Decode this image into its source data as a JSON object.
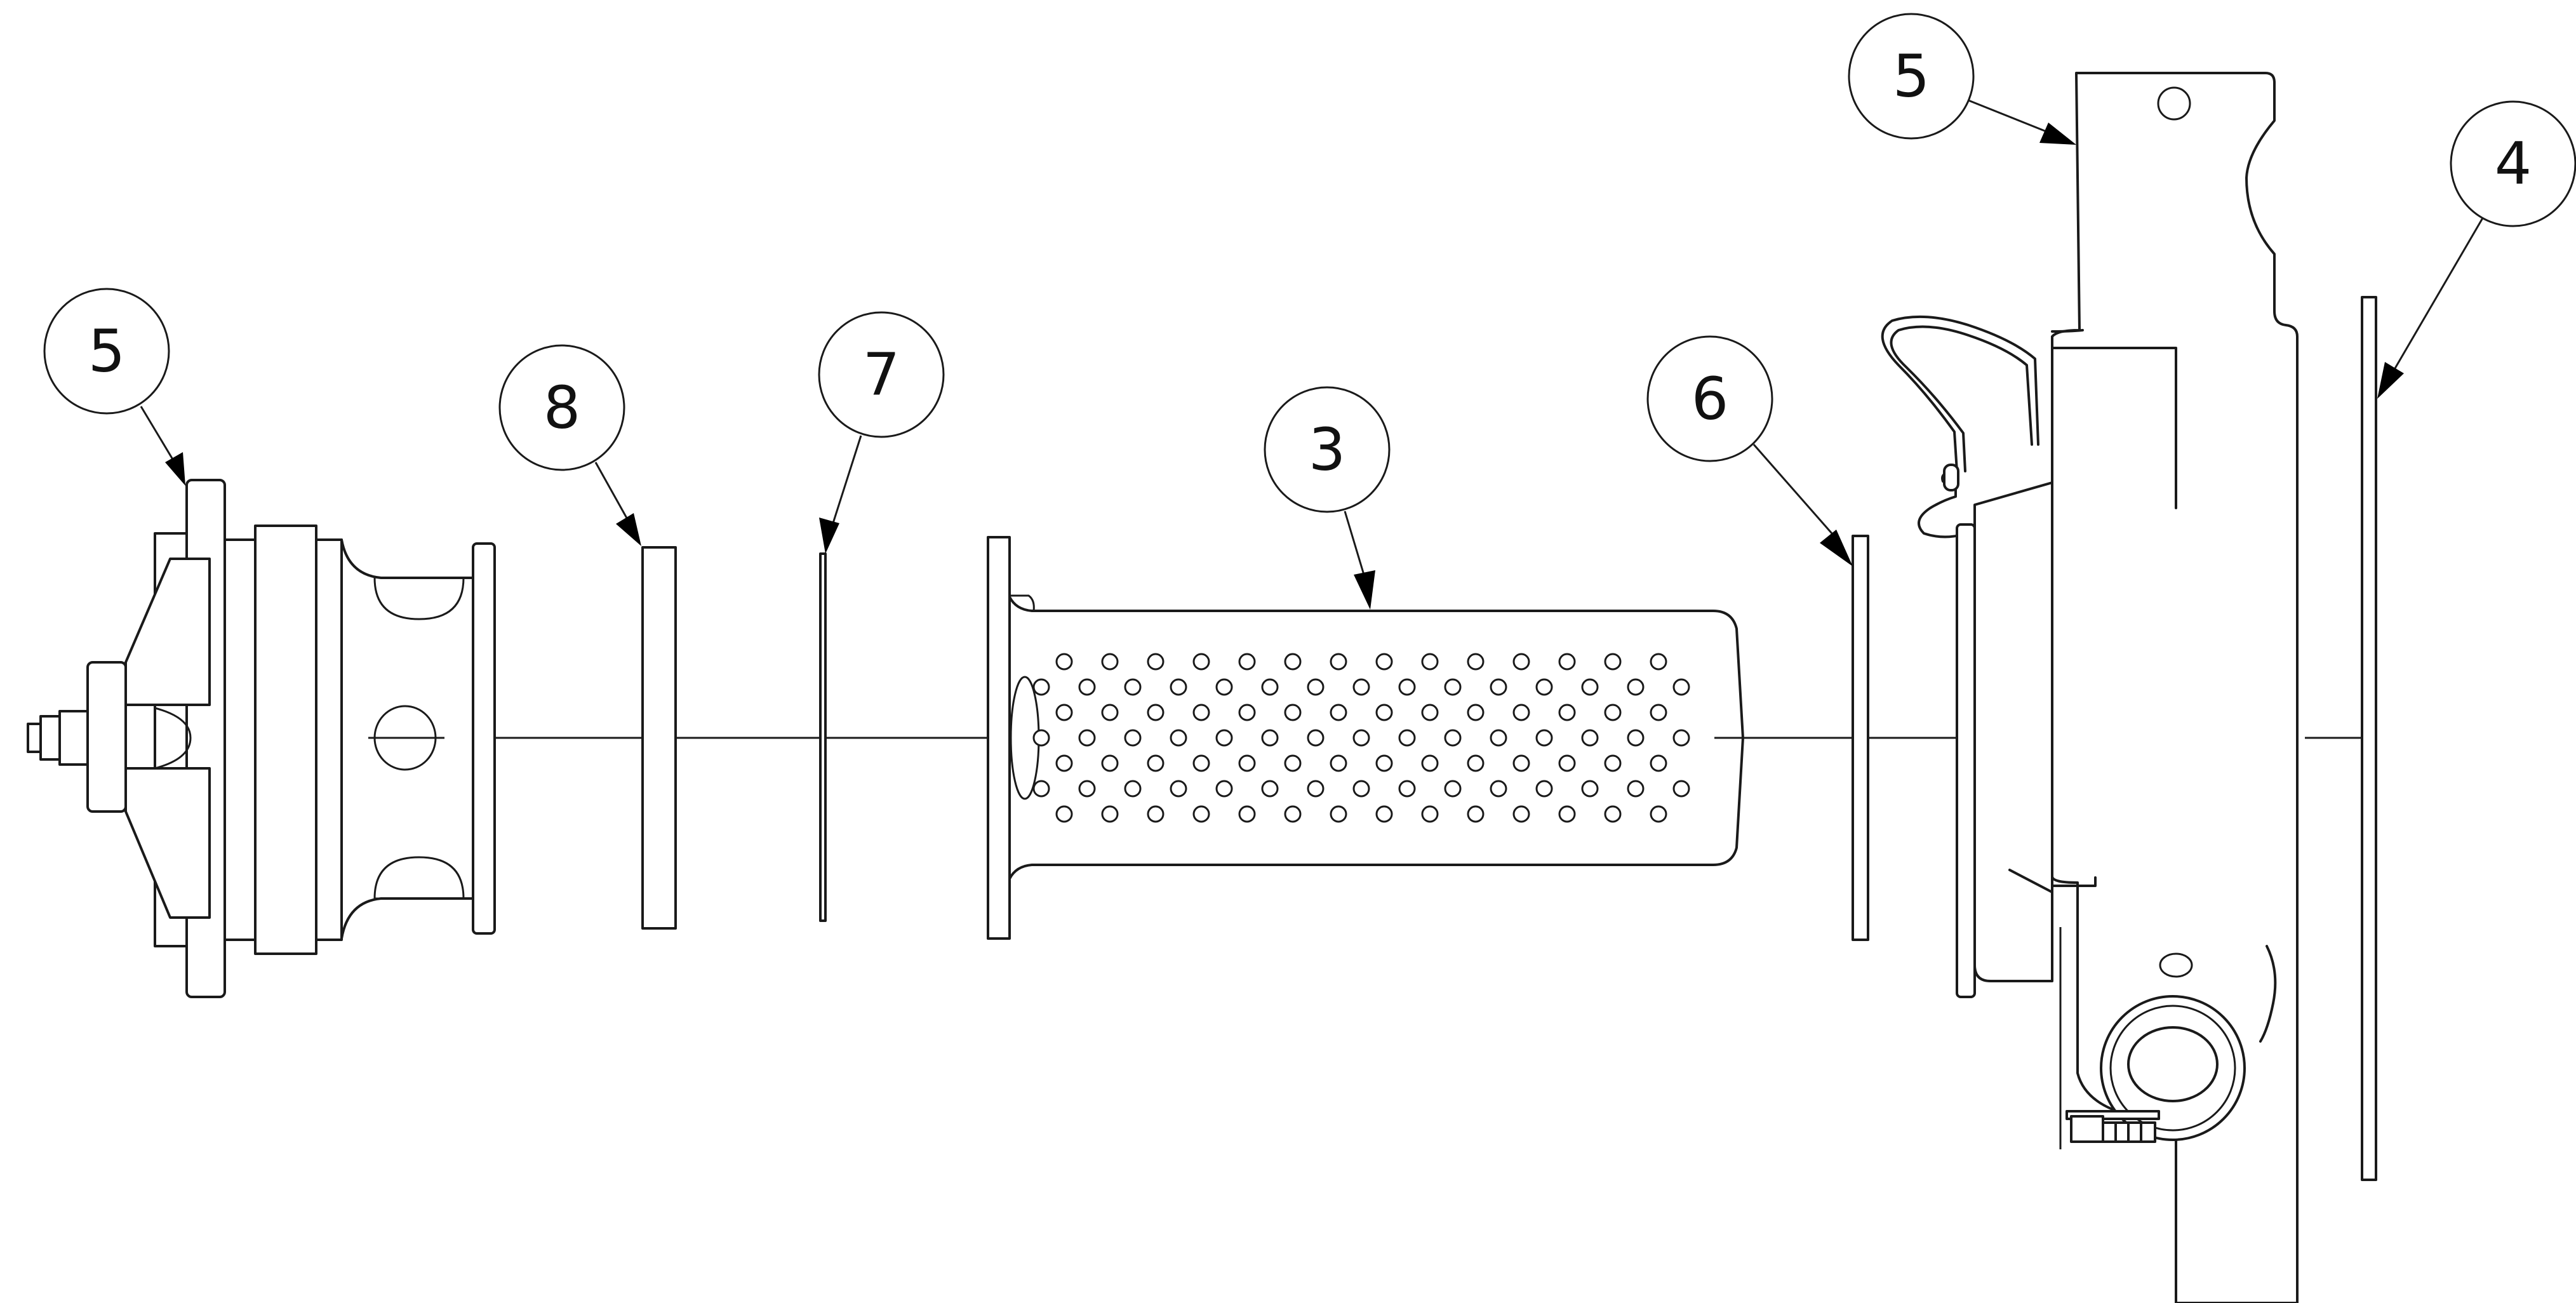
{
  "callouts": [
    {
      "id": "callout-5-left",
      "label": "5"
    },
    {
      "id": "callout-8",
      "label": "8"
    },
    {
      "id": "callout-7",
      "label": "7"
    },
    {
      "id": "callout-3",
      "label": "3"
    },
    {
      "id": "callout-6",
      "label": "6"
    },
    {
      "id": "callout-5-right",
      "label": "5"
    },
    {
      "id": "callout-4",
      "label": "4"
    }
  ],
  "colors": {
    "line": "#1a1a1a",
    "background": "#ffffff",
    "arrow": "#000000"
  }
}
